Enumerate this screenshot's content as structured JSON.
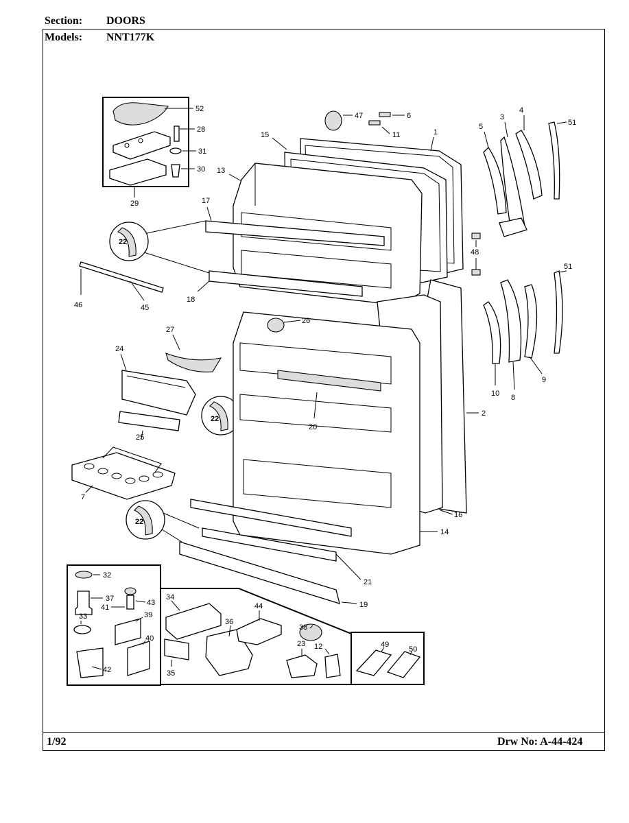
{
  "header": {
    "section_label": "Section:",
    "section_value": "DOORS",
    "models_label": "Models:",
    "models_value": "NNT177K"
  },
  "footer": {
    "date": "1/92",
    "drawing_number": "Drw No: A-44-424"
  },
  "callouts": {
    "n52": "52",
    "n28": "28",
    "n31": "31",
    "n30": "30",
    "n29": "29",
    "n47": "47",
    "n6": "6",
    "n11": "11",
    "n15": "15",
    "n1": "1",
    "n5": "5",
    "n3": "3",
    "n4": "4",
    "n51a": "51",
    "n13": "13",
    "n17": "17",
    "n22a": "22",
    "n18": "18",
    "n46": "46",
    "n45": "45",
    "n48": "48",
    "n51b": "51",
    "n26": "26",
    "n27": "27",
    "n24": "24",
    "n9": "9",
    "n10": "10",
    "n8": "8",
    "n2": "2",
    "n22b": "22",
    "n20": "20",
    "n25": "25",
    "n7": "7",
    "n22c": "22",
    "n16": "16",
    "n14": "14",
    "n21": "21",
    "n19": "19",
    "n32": "32",
    "n37": "37",
    "n41": "41",
    "n43": "43",
    "n33": "33",
    "n39": "39",
    "n40": "40",
    "n42": "42",
    "n34": "34",
    "n36": "36",
    "n44": "44",
    "n38": "38",
    "n23": "23",
    "n12": "12",
    "n35": "35",
    "n49": "49",
    "n50": "50"
  }
}
